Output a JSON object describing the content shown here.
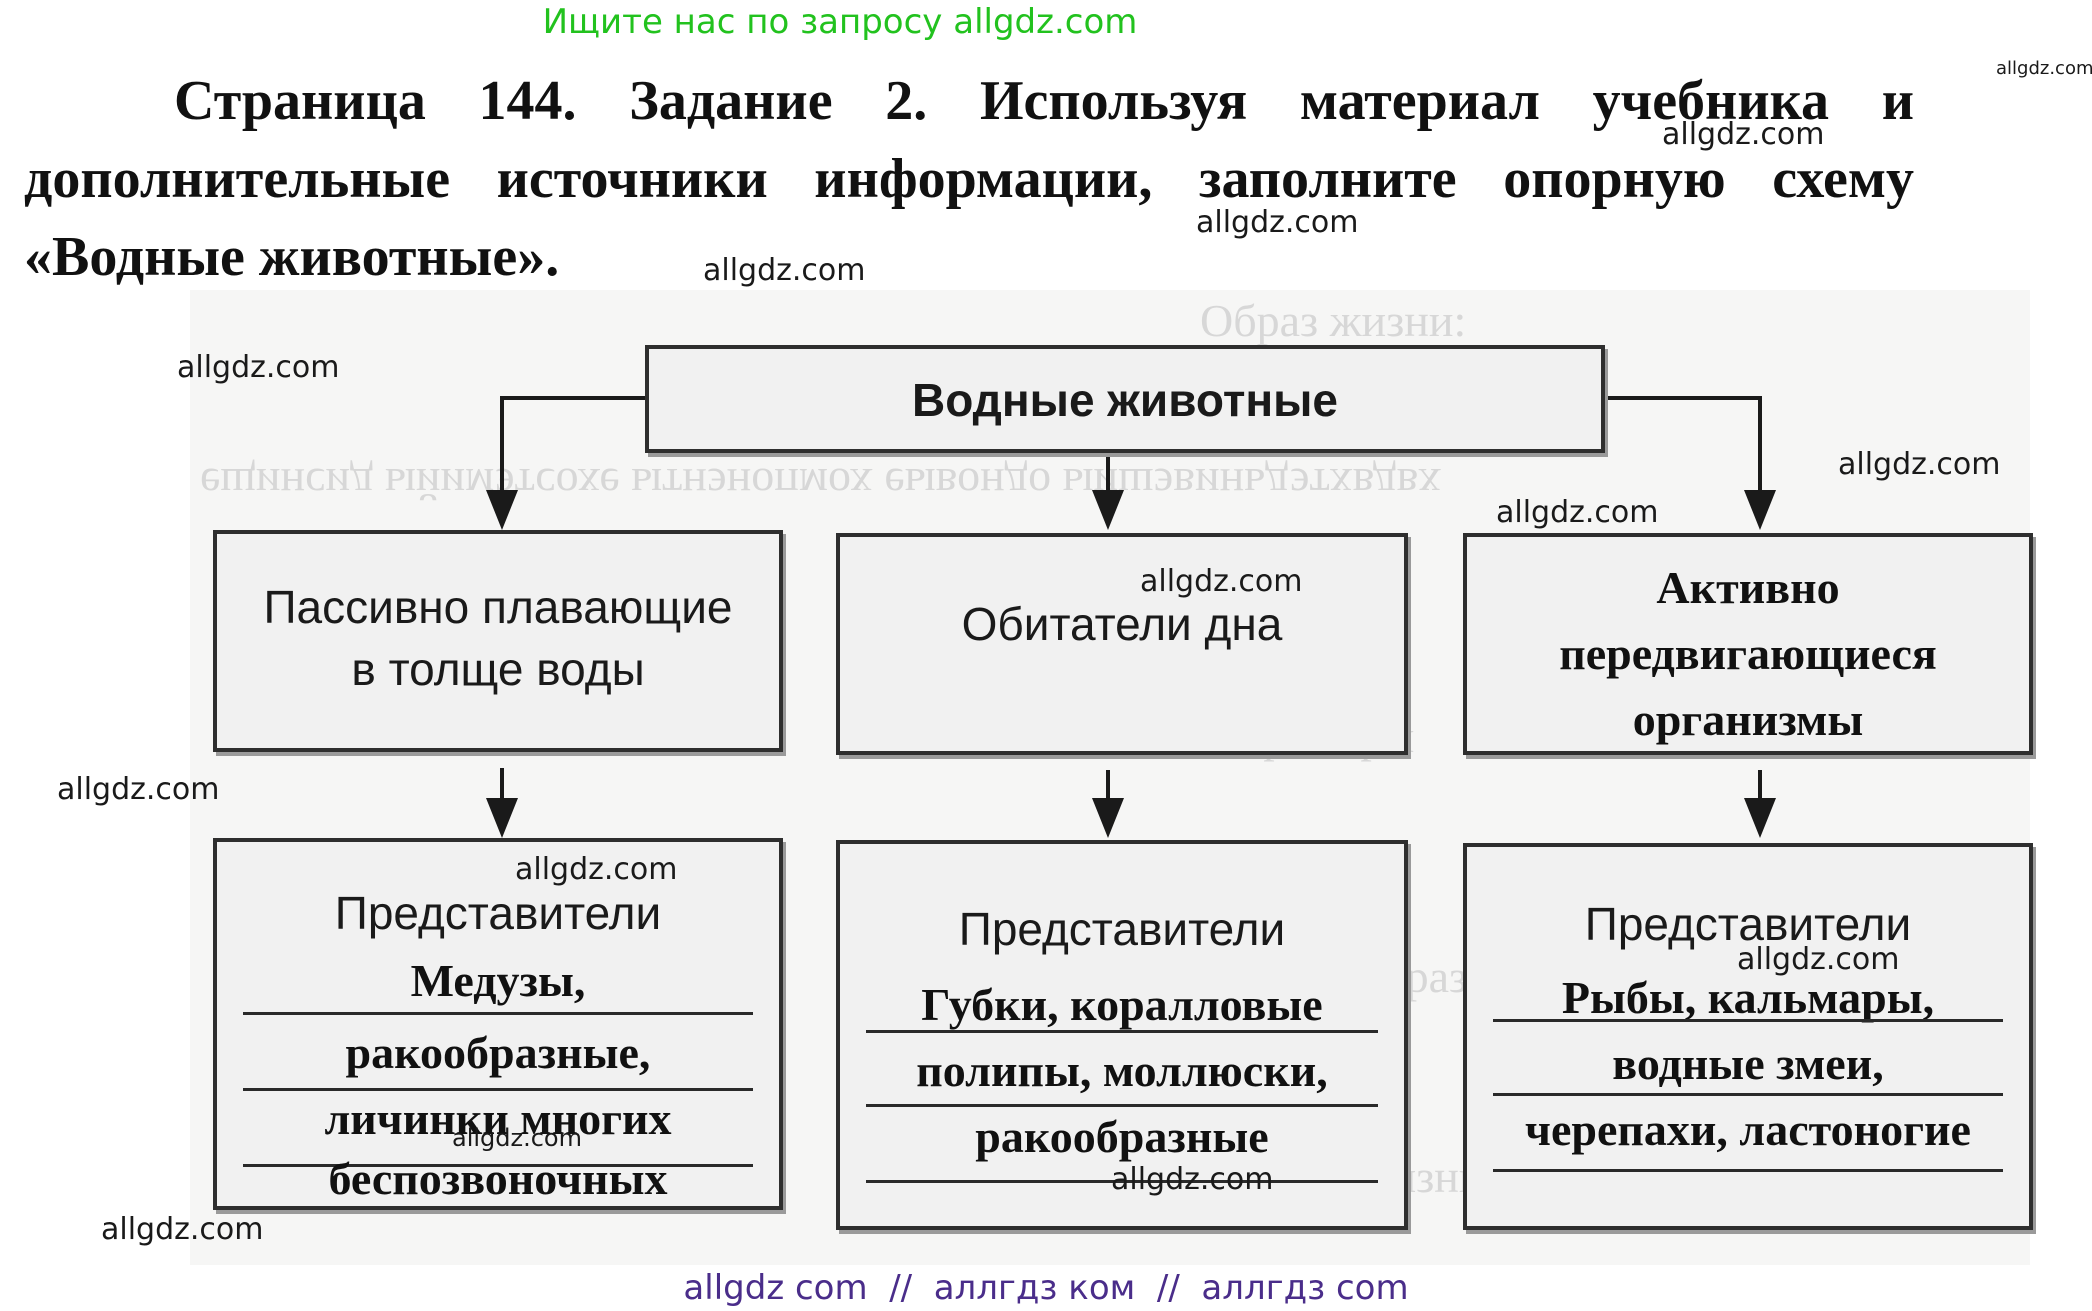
{
  "banner": "Ищите нас по запросу allgdz.com",
  "heading": {
    "lead": "Страница 144. Задание 2. Используя материал учебника и дополнительные источники информации, заполните опорную схему «Водные животные»."
  },
  "watermarks": {
    "text": "allgdz.com",
    "corner": "allgdz.com"
  },
  "diagram": {
    "root": "Водные животные",
    "categories": [
      {
        "label_lines": [
          "Пассивно плавающие",
          "в толще воды"
        ]
      },
      {
        "label_lines": [
          "Обитатели дна"
        ]
      },
      {
        "label_lines": [
          "Активно",
          "передвигающиеся",
          "организмы"
        ]
      }
    ],
    "representatives_title": "Представители",
    "representatives": [
      {
        "lines": [
          "Медузы,",
          "ракообразные,",
          "личинки многих",
          "беспозвоночных"
        ]
      },
      {
        "lines": [
          "Губки, коралловые",
          "полипы, моллюски,",
          "ракообразные"
        ]
      },
      {
        "lines": [
          "Рыбы, кальмары,",
          "водные змеи,",
          "черепахи, ластоногие"
        ]
      }
    ]
  },
  "footer": "allgdz com  //  аллгдз ком  //  аллгдз com",
  "colors": {
    "banner": "#22c21e",
    "footer": "#4a2d8a",
    "box_fill": "#f1f1f1",
    "box_border": "#2e2e2e"
  }
}
